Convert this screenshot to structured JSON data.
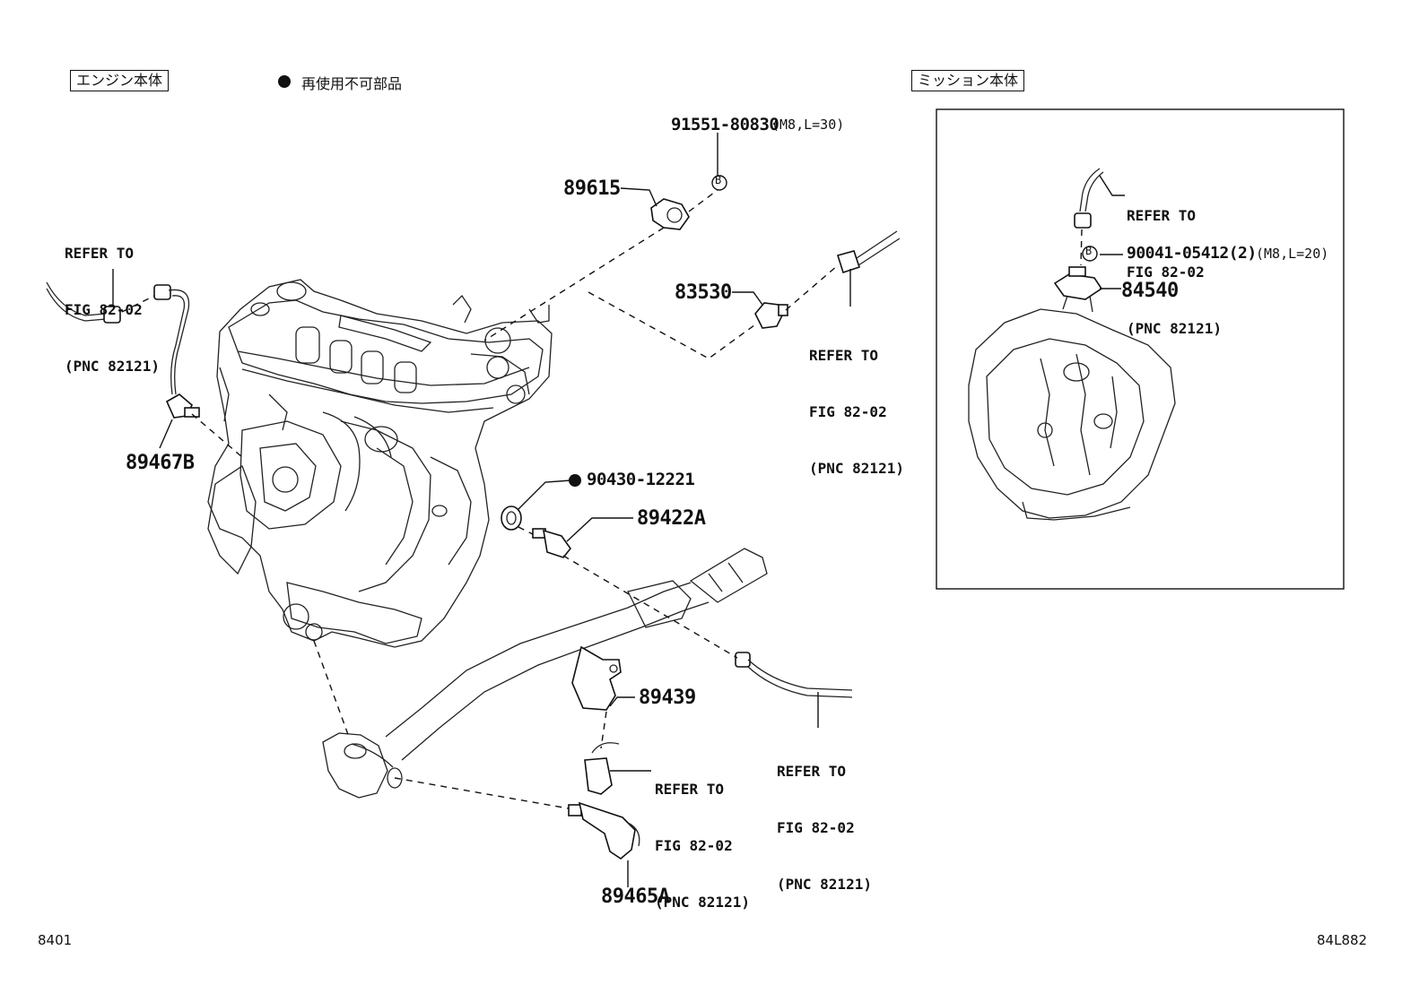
{
  "headers": {
    "engine_label": "エンジン本体",
    "mission_label": "ミッション本体",
    "legend_text": "再使用不可部品"
  },
  "parts": {
    "p91551": "91551-80830",
    "p91551_spec": "(M8,L=30)",
    "p89615": "89615",
    "p83530": "83530",
    "p89467B": "89467B",
    "p90430": "90430-12221",
    "p89422A": "89422A",
    "p89439": "89439",
    "p89465A": "89465A",
    "p90041": "90041-05412(2)",
    "p90041_spec": "(M8,L=20)",
    "p84540": "84540"
  },
  "refer": {
    "line1": "REFER TO",
    "line2": "FIG 82-02",
    "line3": "(PNC 82121)"
  },
  "markers": {
    "bolt_b": "B"
  },
  "footer": {
    "left_code": "8401",
    "right_code": "84L882"
  }
}
